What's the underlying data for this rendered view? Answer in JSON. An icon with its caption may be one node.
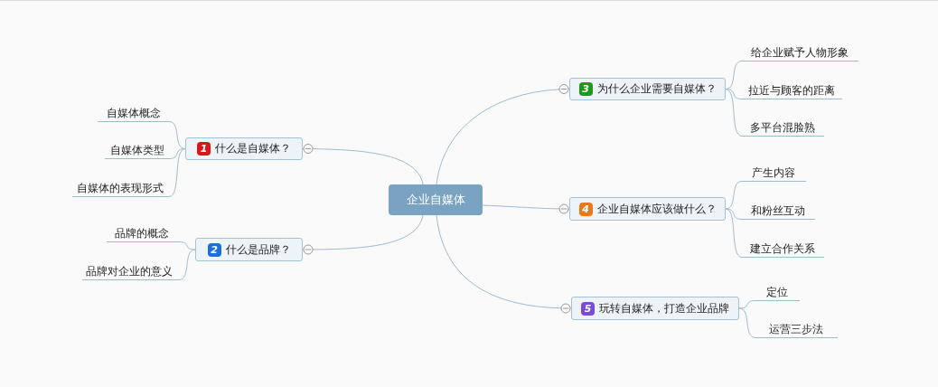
{
  "diagram": {
    "nodes": [
      {
        "text": [
          "企业自媒体"
        ]
      },
      {
        "text": [
          "1",
          "什么是自媒体？"
        ]
      },
      {
        "text": [
          "自媒体概念"
        ]
      },
      {
        "text": [
          "自媒体类型"
        ]
      },
      {
        "text": [
          "自媒体的表现形式"
        ]
      },
      {
        "text": [
          "2",
          "什么是品牌？"
        ]
      },
      {
        "text": [
          "品牌的概念"
        ]
      },
      {
        "text": [
          "品牌对企业的意义"
        ]
      },
      {
        "text": [
          "3",
          "为什么企业需要自媒体？"
        ]
      },
      {
        "text": [
          "给企业赋予人物形象"
        ]
      },
      {
        "text": [
          "拉近与顾客的距离"
        ]
      },
      {
        "text": [
          "多平台混脸熟"
        ]
      },
      {
        "text": [
          "4",
          "企业自媒体应该做什么？"
        ]
      },
      {
        "text": [
          "产生内容"
        ]
      },
      {
        "text": [
          "和粉丝互动"
        ]
      },
      {
        "text": [
          "建立合作关系"
        ]
      },
      {
        "text": [
          "5",
          "玩转自媒体，打造企业品牌"
        ]
      },
      {
        "text": [
          "定位"
        ]
      },
      {
        "text": [
          "运营三步法"
        ]
      }
    ],
    "edges": [
      {
        "from": 0,
        "to": 1,
        "arrow": "none"
      },
      {
        "from": 1,
        "to": 2,
        "arrow": "none"
      },
      {
        "from": 1,
        "to": 3,
        "arrow": "none"
      },
      {
        "from": 1,
        "to": 4,
        "arrow": "none"
      },
      {
        "from": 0,
        "to": 5,
        "arrow": "none"
      },
      {
        "from": 5,
        "to": 6,
        "arrow": "none"
      },
      {
        "from": 5,
        "to": 7,
        "arrow": "none"
      },
      {
        "from": 0,
        "to": 8,
        "arrow": "none"
      },
      {
        "from": 8,
        "to": 9,
        "arrow": "none"
      },
      {
        "from": 8,
        "to": 10,
        "arrow": "none"
      },
      {
        "from": 8,
        "to": 11,
        "arrow": "none"
      },
      {
        "from": 0,
        "to": 12,
        "arrow": "none"
      },
      {
        "from": 12,
        "to": 13,
        "arrow": "none"
      },
      {
        "from": 12,
        "to": 14,
        "arrow": "none"
      },
      {
        "from": 12,
        "to": 15,
        "arrow": "none"
      },
      {
        "from": 0,
        "to": 16,
        "arrow": "none"
      },
      {
        "from": 16,
        "to": 17,
        "arrow": "none"
      },
      {
        "from": 16,
        "to": 18,
        "arrow": "none"
      }
    ]
  }
}
